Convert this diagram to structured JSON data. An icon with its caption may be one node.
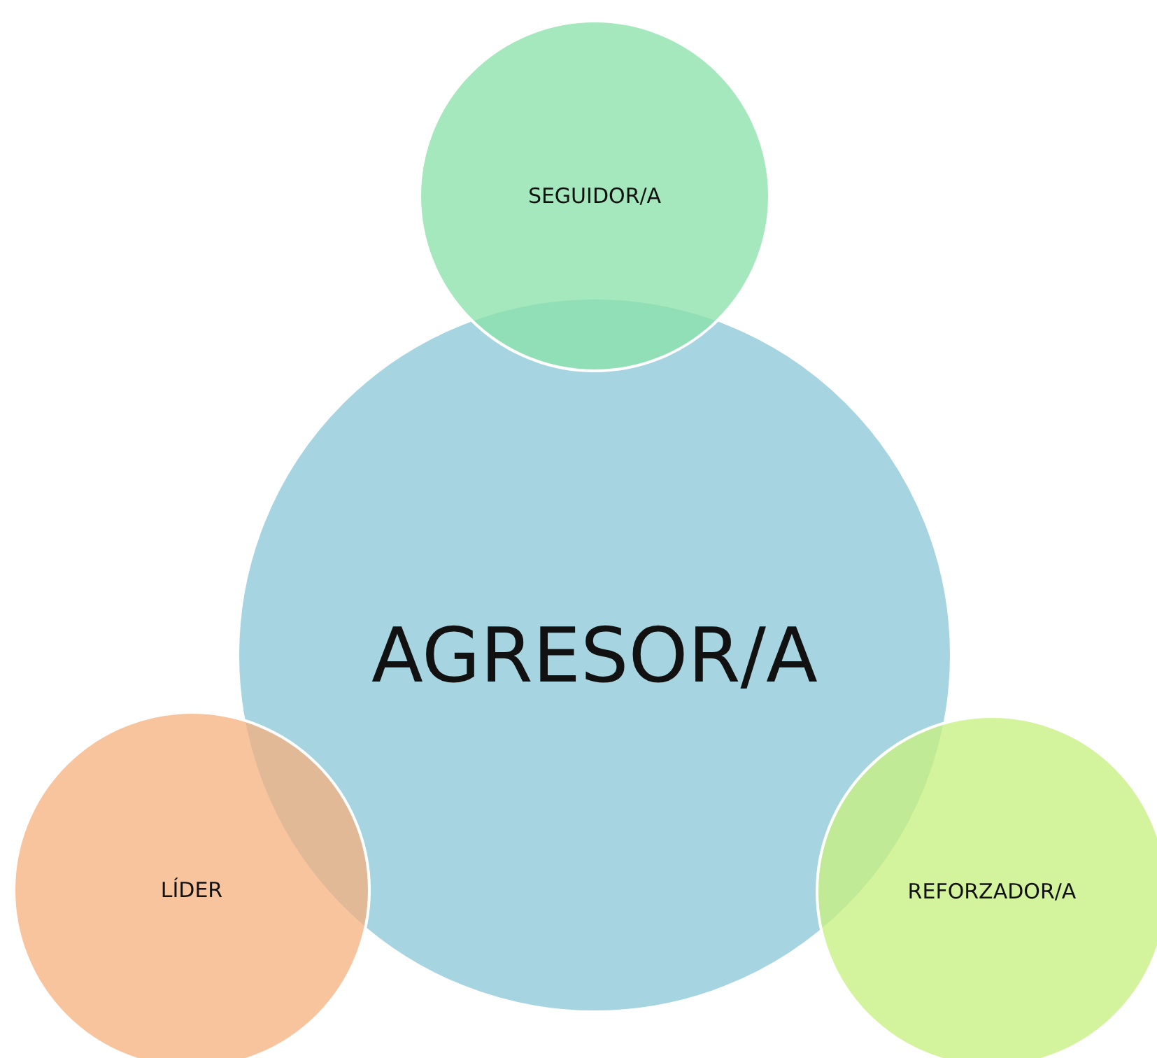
{
  "diagram": {
    "nodes": [
      {
        "text": [
          "SEGUIDOR/A"
        ]
      },
      {
        "text": [
          "AGRESOR/A"
        ]
      },
      {
        "text": [
          "LÍDER"
        ]
      },
      {
        "text": [
          "REFORZADOR/A"
        ]
      }
    ]
  }
}
